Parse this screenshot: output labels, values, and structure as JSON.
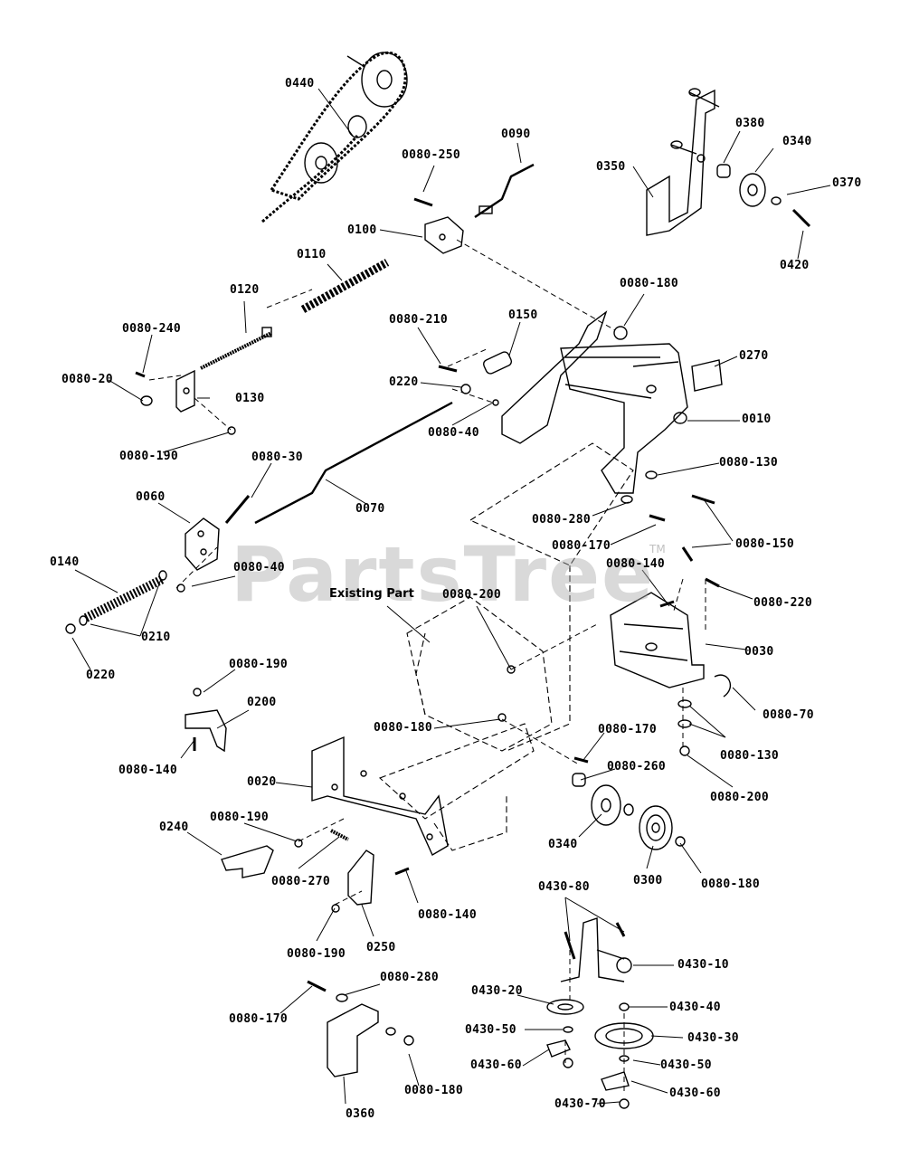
{
  "watermark": {
    "text": "PartsTree",
    "trademark": "TM"
  },
  "annotation": {
    "existing_part": "Existing Part"
  },
  "labels": {
    "l0440": "0440",
    "l0090": "0090",
    "l0080_250": "0080-250",
    "l0100": "0100",
    "l0110": "0110",
    "l0120": "0120",
    "l0080_240": "0080-240",
    "l0080_20": "0080-20",
    "l0130": "0130",
    "l0080_190a": "0080-190",
    "l0080_210": "0080-210",
    "l0150": "0150",
    "l0220a": "0220",
    "l0080_40a": "0080-40",
    "l0350": "0350",
    "l0380": "0380",
    "l0340a": "0340",
    "l0370": "0370",
    "l0420": "0420",
    "l0080_180a": "0080-180",
    "l0270": "0270",
    "l0010": "0010",
    "l0080_130a": "0080-130",
    "l0080_30": "0080-30",
    "l0060": "0060",
    "l0070": "0070",
    "l0080_280a": "0080-280",
    "l0080_170a": "0080-170",
    "l0080_150": "0080-150",
    "l0140": "0140",
    "l0080_40b": "0080-40",
    "l0080_140a": "0080-140",
    "l0080_220": "0080-220",
    "l0210": "0210",
    "l0220b": "0220",
    "l0080_200a": "0080-200",
    "l0030": "0030",
    "l0080_190b": "0080-190",
    "l0200": "0200",
    "l0080_140b": "0080-140",
    "l0080_180b": "0080-180",
    "l0080_70": "0080-70",
    "l0080_130b": "0080-130",
    "l0080_200b": "0080-200",
    "l0080_170b": "0080-170",
    "l0080_260": "0080-260",
    "l0020": "0020",
    "l0340b": "0340",
    "l0300": "0300",
    "l0080_180c": "0080-180",
    "l0240": "0240",
    "l0080_190c": "0080-190",
    "l0080_270": "0080-270",
    "l0080_140c": "0080-140",
    "l0080_190d": "0080-190",
    "l0250": "0250",
    "l0430_80": "0430-80",
    "l0430_10": "0430-10",
    "l0080_280b": "0080-280",
    "l0080_170c": "0080-170",
    "l0430_20": "0430-20",
    "l0430_40": "0430-40",
    "l0430_50a": "0430-50",
    "l0430_30": "0430-30",
    "l0430_60a": "0430-60",
    "l0430_50b": "0430-50",
    "l0080_180d": "0080-180",
    "l0360": "0360",
    "l0430_70": "0430-70",
    "l0430_60b": "0430-60"
  }
}
